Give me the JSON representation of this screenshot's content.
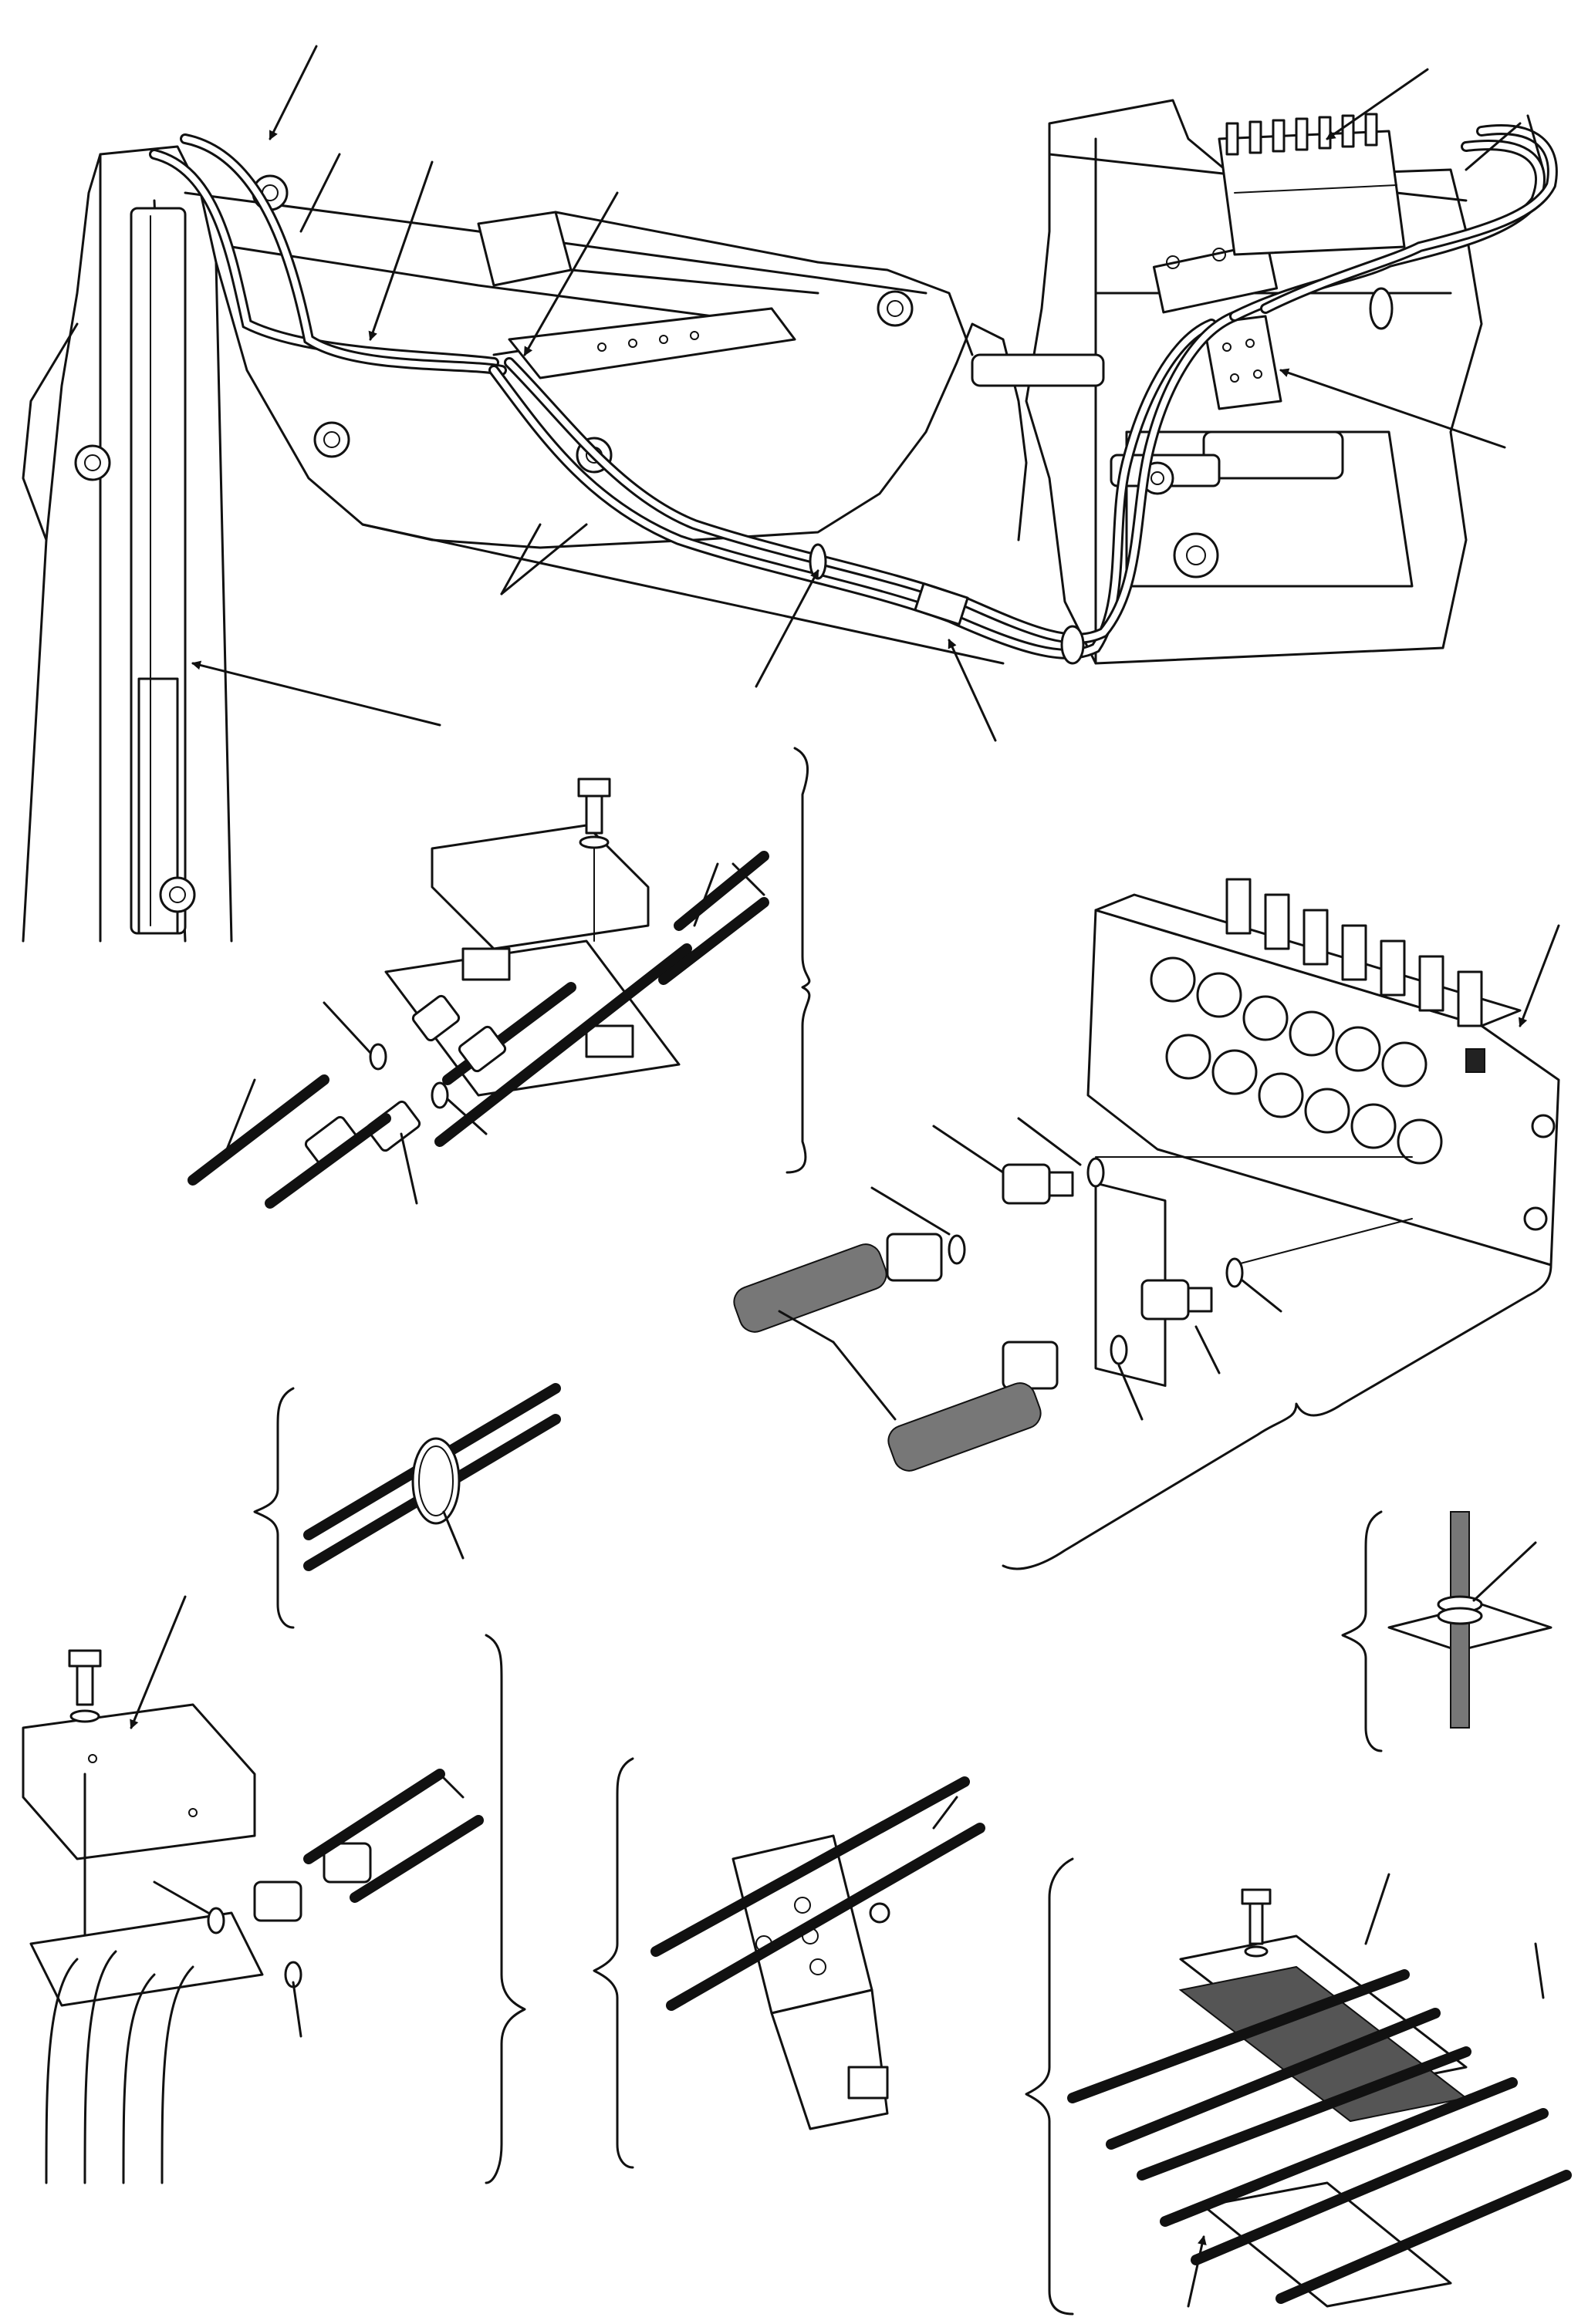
{
  "figure": {
    "kind": "exploded-parts-diagram",
    "text_labels": [],
    "callout_arrow_count": 14,
    "detail_group_count": 8,
    "colors": {
      "ink": "#111111",
      "paper": "#ffffff",
      "shading": "#777777"
    }
  }
}
